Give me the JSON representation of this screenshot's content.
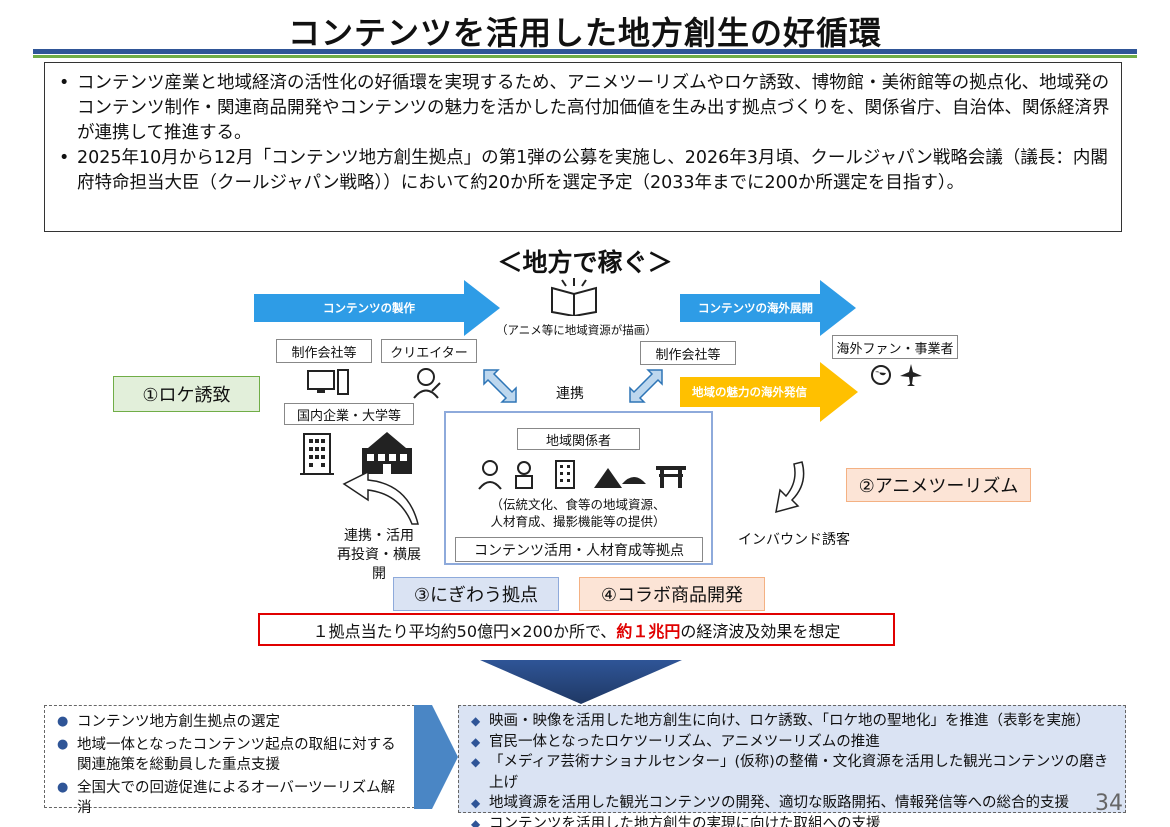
{
  "title": "コンテンツを活用した地方創生の好循環",
  "summary": {
    "bullets": [
      "コンテンツ産業と地域経済の活性化の好循環を実現するため、アニメツーリズムやロケ誘致、博物館・美術館等の拠点化、地域発のコンテンツ制作・関連商品開発やコンテンツの魅力を活かした高付加価値を生み出す拠点づくりを、関係省庁、自治体、関係経済界が連携して推進する。",
      "2025年10月から12月「コンテンツ地方創生拠点」の第1弾の公募を実施し、2026年3月頃、クールジャパン戦略会議（議長：内閣府特命担当大臣（クールジャパン戦略））において約20か所を選定予定（2033年までに200か所選定を目指す）。"
    ]
  },
  "diagram": {
    "subheading": "＜地方で稼ぐ＞",
    "arrows": {
      "production": "コンテンツの製作",
      "overseas_expansion": "コンテンツの海外展開",
      "overseas_promo": "地域の魅力の海外発信"
    },
    "book_caption": "（アニメ等に地域資源が描画）",
    "tags": {
      "studio_left": "制作会社等",
      "creator": "クリエイター",
      "studio_right": "制作会社等",
      "overseas_fans": "海外ファン・事業者",
      "domestic": "国内企業・大学等",
      "local": "地域関係者"
    },
    "labels": {
      "cooperation": "連携",
      "collab_use_line1": "連携・活用",
      "collab_use_line2": "再投資・横展開",
      "inbound": "インバウンド誘客",
      "local_resources_line1": "（伝統文化、食等の地域資源、",
      "local_resources_line2": "人材育成、撮影機能等の提供）",
      "hub": "コンテンツ活用・人材育成等拠点"
    },
    "badges": {
      "location": "①ロケ誘致",
      "anime_tourism": "②アニメツーリズム",
      "lively_hub": "③にぎわう拠点",
      "collab_goods": "④コラボ商品開発"
    },
    "effect": {
      "prefix": "１拠点当たり平均約50億円×200か所で、",
      "highlight": "約１兆円",
      "suffix": "の経済波及効果を想定"
    },
    "colors": {
      "blue_arrow": "#2e9ce6",
      "yellow_arrow": "#ffc000",
      "accent_red": "#e00000"
    }
  },
  "measures_left": [
    "コンテンツ地方創生拠点の選定",
    "地域一体となったコンテンツ起点の取組に対する関連施策を総動員した重点支援",
    "全国大での回遊促進によるオーバーツーリズム解消"
  ],
  "measures_right": [
    "映画・映像を活用した地方創生に向け、ロケ誘致、「ロケ地の聖地化」を推進（表彰を実施）",
    "官民一体となったロケツーリズム、アニメツーリズムの推進",
    "「メディア芸術ナショナルセンター」(仮称)の整備・文化資源を活用した観光コンテンツの磨き上げ",
    "地域資源を活用した観光コンテンツの開発、適切な販路開拓、情報発信等への総合的支援",
    "コンテンツを活用した地方創生の実現に向けた取組への支援"
  ],
  "page_number": "34"
}
